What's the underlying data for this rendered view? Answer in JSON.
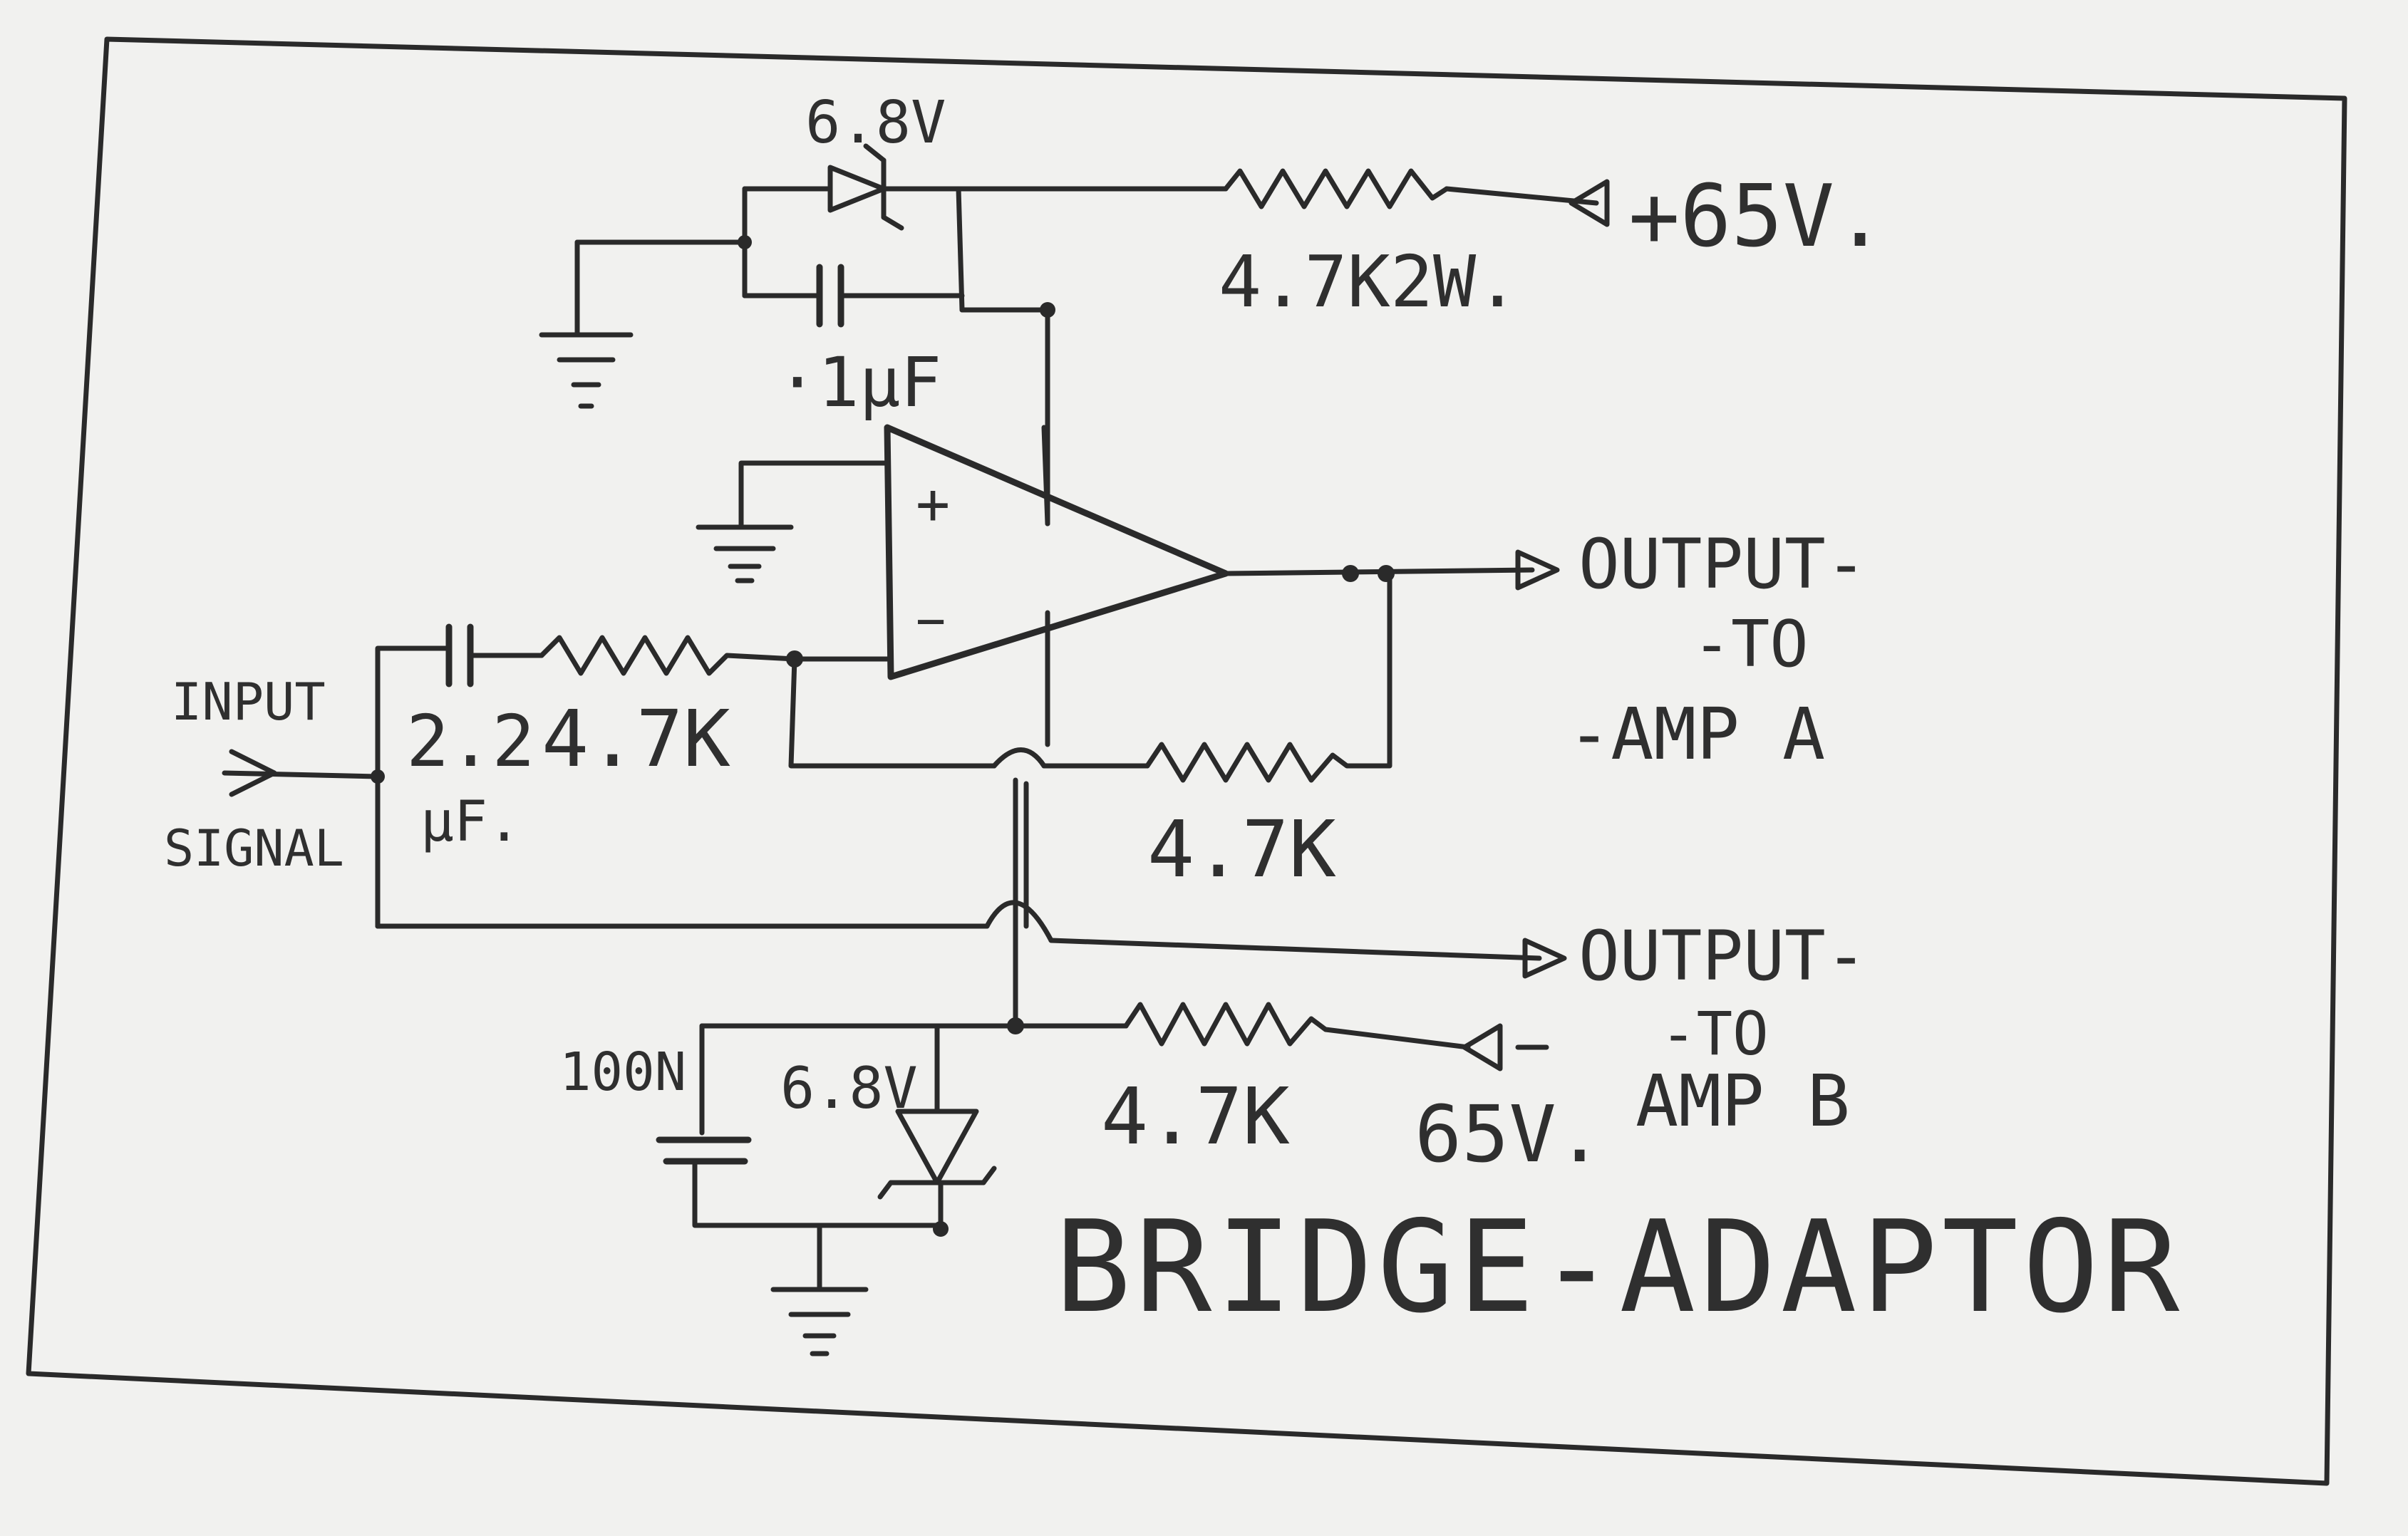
{
  "title": "BRIDGE-ADAPTOR",
  "labels": {
    "zener_top": "6.8V",
    "res_top": "4.7K2W.",
    "supply_pos": "+65V.",
    "cap_top": "·1μF",
    "opamp_plus": "+",
    "opamp_minus": "−",
    "input_line1": "INPUT",
    "input_line2": "SIGNAL",
    "cap_in_value": "2.2",
    "cap_in_unit": "μF.",
    "res_in": "4.7K",
    "res_fb": "4.7K",
    "out_a_line1": "OUTPUT-",
    "out_a_line2": "-TO",
    "out_a_line3": "-AMP A",
    "out_b_line1": "OUTPUT-",
    "out_b_line2": "-TO",
    "out_b_line3": "AMP B",
    "cap_bottom": "100N",
    "zener_bottom": "6.8V",
    "res_bottom": "4.7K",
    "supply_neg": "65V."
  },
  "colors": {
    "paper": "#f1f1ef",
    "ink": "#2a2a2a"
  }
}
